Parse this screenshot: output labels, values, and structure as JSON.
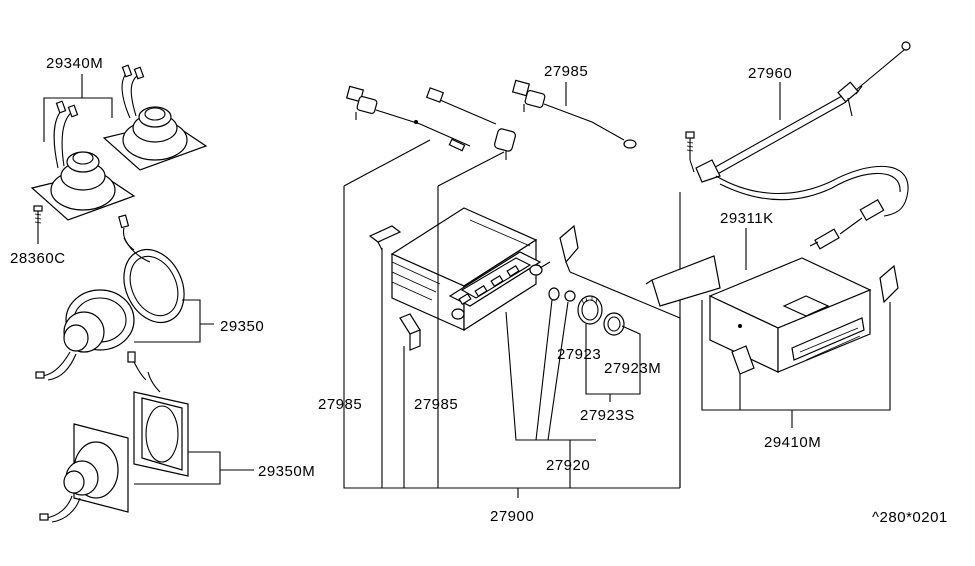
{
  "labels": {
    "l29340M": "29340M",
    "l28360C": "28360C",
    "l29350": "29350",
    "l29350M": "29350M",
    "l27985a": "27985",
    "l27985b": "27985",
    "l27985c": "27985",
    "l27960": "27960",
    "l29311K": "29311K",
    "l27923": "27923",
    "l27923M": "27923M",
    "l27923S": "27923S",
    "l27920": "27920",
    "l27900": "27900",
    "l29410M": "29410M",
    "code": "^280*0201"
  },
  "colors": {
    "line": "#000000",
    "background": "#ffffff"
  }
}
